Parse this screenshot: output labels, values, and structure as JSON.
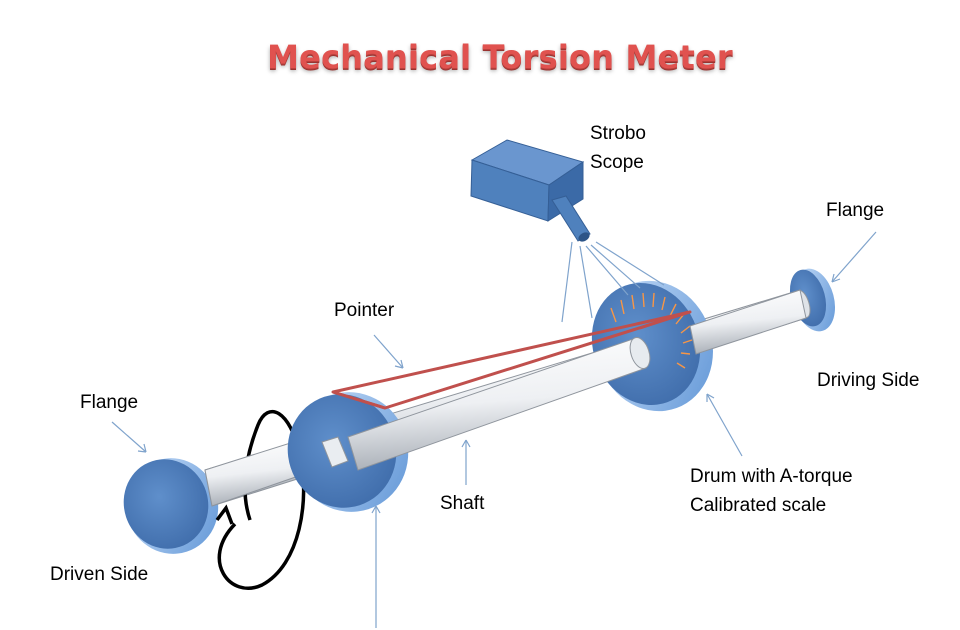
{
  "title": "Mechanical Torsion Meter",
  "labels": {
    "stroboscope": [
      "Strobo",
      "Scope"
    ],
    "flange_right": "Flange",
    "pointer": "Pointer",
    "driving_side": "Driving Side",
    "flange_left": "Flange",
    "shaft": "Shaft",
    "drum": [
      "Drum with A-torque",
      "Calibrated scale"
    ],
    "driven_side": "Driven Side"
  },
  "colors": {
    "title": "#e0524f",
    "disc_blue": "#4f81bd",
    "pointer_red": "#c0504d",
    "scale_orange": "#f79646",
    "leader_blue": "#7fa3cc"
  }
}
